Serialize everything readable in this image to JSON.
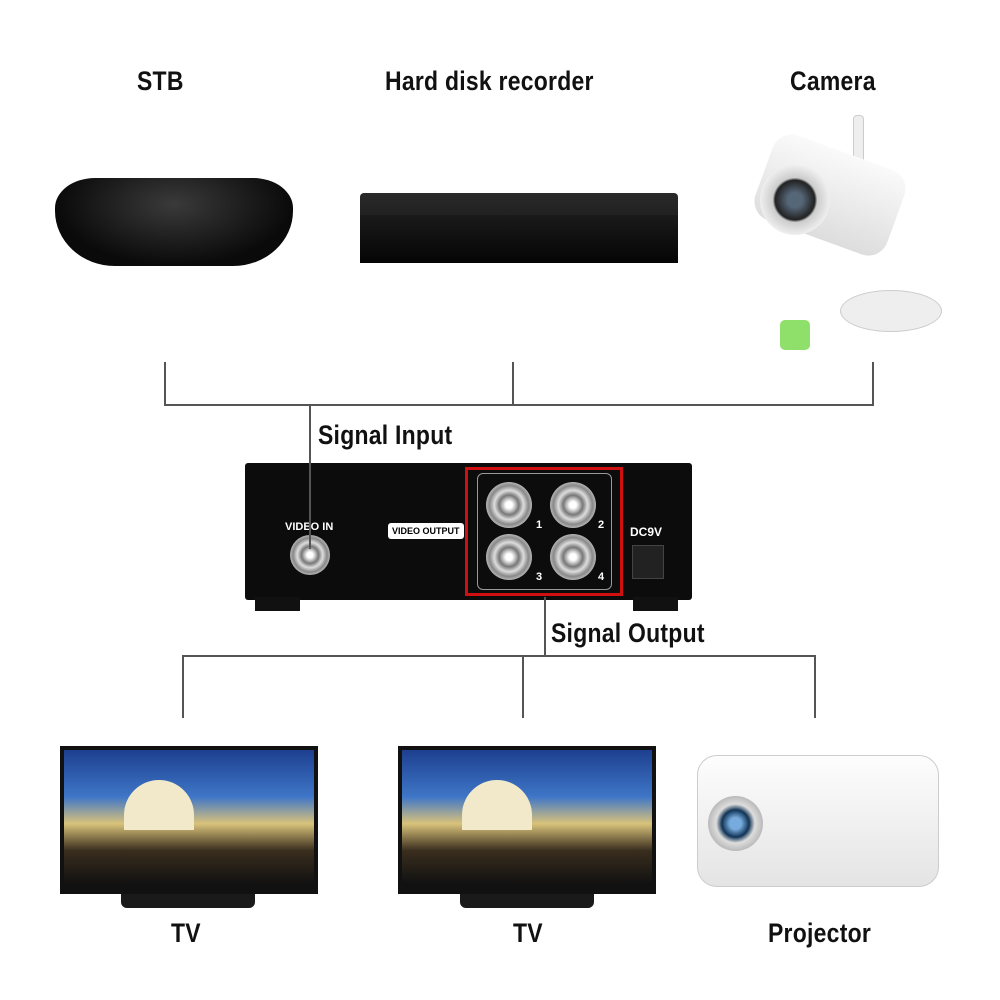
{
  "labels": {
    "stb": "STB",
    "recorder": "Hard disk recorder",
    "camera": "Camera",
    "signal_input": "Signal Input",
    "signal_output": "Signal Output",
    "tv1": "TV",
    "tv2": "TV",
    "projector": "Projector"
  },
  "splitter": {
    "video_in": "VIDEO IN",
    "video_output": "VIDEO OUTPUT",
    "ports": [
      "1",
      "2",
      "3",
      "4"
    ],
    "power": "DC9V"
  },
  "colors": {
    "highlight": "#d01010",
    "lines": "#555555"
  }
}
